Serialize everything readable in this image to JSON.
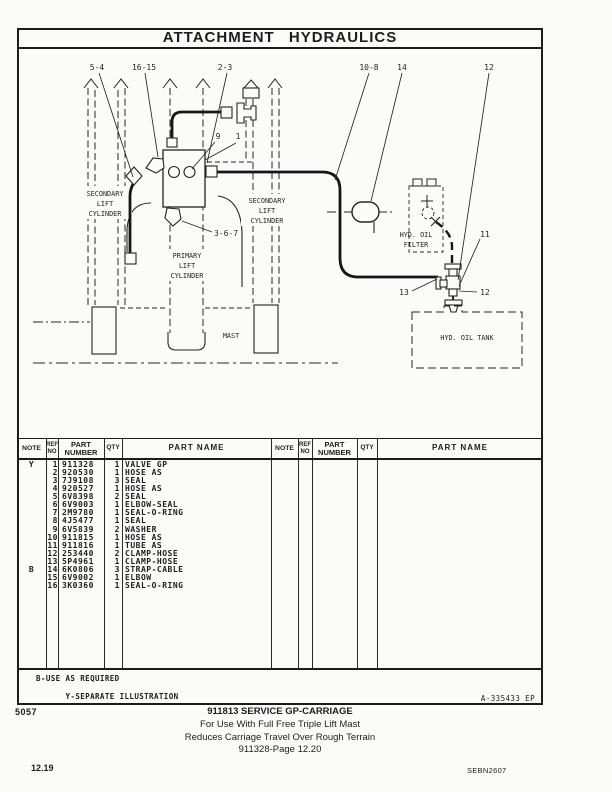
{
  "window": {
    "title": "ATTACHMENT HYDRAULICS"
  },
  "diagram": {
    "labels": {
      "secondary_left": [
        "SECONDARY",
        "LIFT",
        "CYLINDER"
      ],
      "secondary_right": [
        "SECONDARY",
        "LIFT",
        "CYLINDER"
      ],
      "primary": [
        "PRIMARY",
        "LIFT",
        "CYLINDER"
      ],
      "mast": "MAST",
      "filter": [
        "HYD. OIL",
        "FILTER"
      ],
      "tank": "HYD. OIL TANK"
    },
    "callouts": {
      "c_5_4": "5-4",
      "c_16_15": "16-15",
      "c_2_3": "2-3",
      "c_10_8": "10-8",
      "c_14": "14",
      "c_12_top": "12",
      "c_9": "9",
      "c_1": "1",
      "c_3_6_7": "3-6-7",
      "c_11": "11",
      "c_13": "13",
      "c_12_mid": "12"
    }
  },
  "parts_table": {
    "headers": {
      "note": "NOTE",
      "ref": "REF\nNO",
      "part_number": "PART\nNUMBER",
      "qty": "QTY",
      "part_name": "PART NAME"
    },
    "rows": [
      {
        "note": "Y",
        "ref": "1",
        "part_number": "911328",
        "qty": "1",
        "part_name": "VALVE GP"
      },
      {
        "note": "",
        "ref": "2",
        "part_number": "920530",
        "qty": "1",
        "part_name": "HOSE AS"
      },
      {
        "note": "",
        "ref": "3",
        "part_number": "7J9108",
        "qty": "3",
        "part_name": "SEAL"
      },
      {
        "note": "",
        "ref": "4",
        "part_number": "920527",
        "qty": "1",
        "part_name": "HOSE AS"
      },
      {
        "note": "",
        "ref": "5",
        "part_number": "6V8398",
        "qty": "2",
        "part_name": "SEAL"
      },
      {
        "note": "",
        "ref": "6",
        "part_number": "6V9003",
        "qty": "1",
        "part_name": "ELBOW-SEAL"
      },
      {
        "note": "",
        "ref": "7",
        "part_number": "2M9780",
        "qty": "1",
        "part_name": "SEAL-O-RING"
      },
      {
        "note": "",
        "ref": "8",
        "part_number": "4J5477",
        "qty": "1",
        "part_name": "SEAL"
      },
      {
        "note": "",
        "ref": "9",
        "part_number": "6V5839",
        "qty": "2",
        "part_name": "WASHER"
      },
      {
        "note": "",
        "ref": "10",
        "part_number": "911815",
        "qty": "1",
        "part_name": "HOSE AS"
      },
      {
        "note": "",
        "ref": "11",
        "part_number": "911816",
        "qty": "1",
        "part_name": "TUBE AS"
      },
      {
        "note": "",
        "ref": "12",
        "part_number": "253440",
        "qty": "2",
        "part_name": "CLAMP-HOSE"
      },
      {
        "note": "",
        "ref": "13",
        "part_number": "5P4961",
        "qty": "1",
        "part_name": "CLAMP-HOSE"
      },
      {
        "note": "B",
        "ref": "14",
        "part_number": "6K0806",
        "qty": "3",
        "part_name": "STRAP-CABLE"
      },
      {
        "note": "",
        "ref": "15",
        "part_number": "6V9002",
        "qty": "1",
        "part_name": "ELBOW"
      },
      {
        "note": "",
        "ref": "16",
        "part_number": "3K0360",
        "qty": "1",
        "part_name": "SEAL-O-RING"
      }
    ],
    "footnotes": [
      "B-USE AS REQUIRED",
      "Y-SEPARATE ILLUSTRATION"
    ],
    "drawing_ref": "A-335433 EP"
  },
  "footer": {
    "form_code": "5057",
    "title": "911813 SERVICE GP-CARRIAGE",
    "line2": "For Use With Full Free Triple Lift Mast",
    "line3": "Reduces Carriage Travel Over Rough Terrain",
    "line4": "911328-Page 12.20",
    "page_number": "12.19",
    "doc_code": "SEBN2607"
  }
}
